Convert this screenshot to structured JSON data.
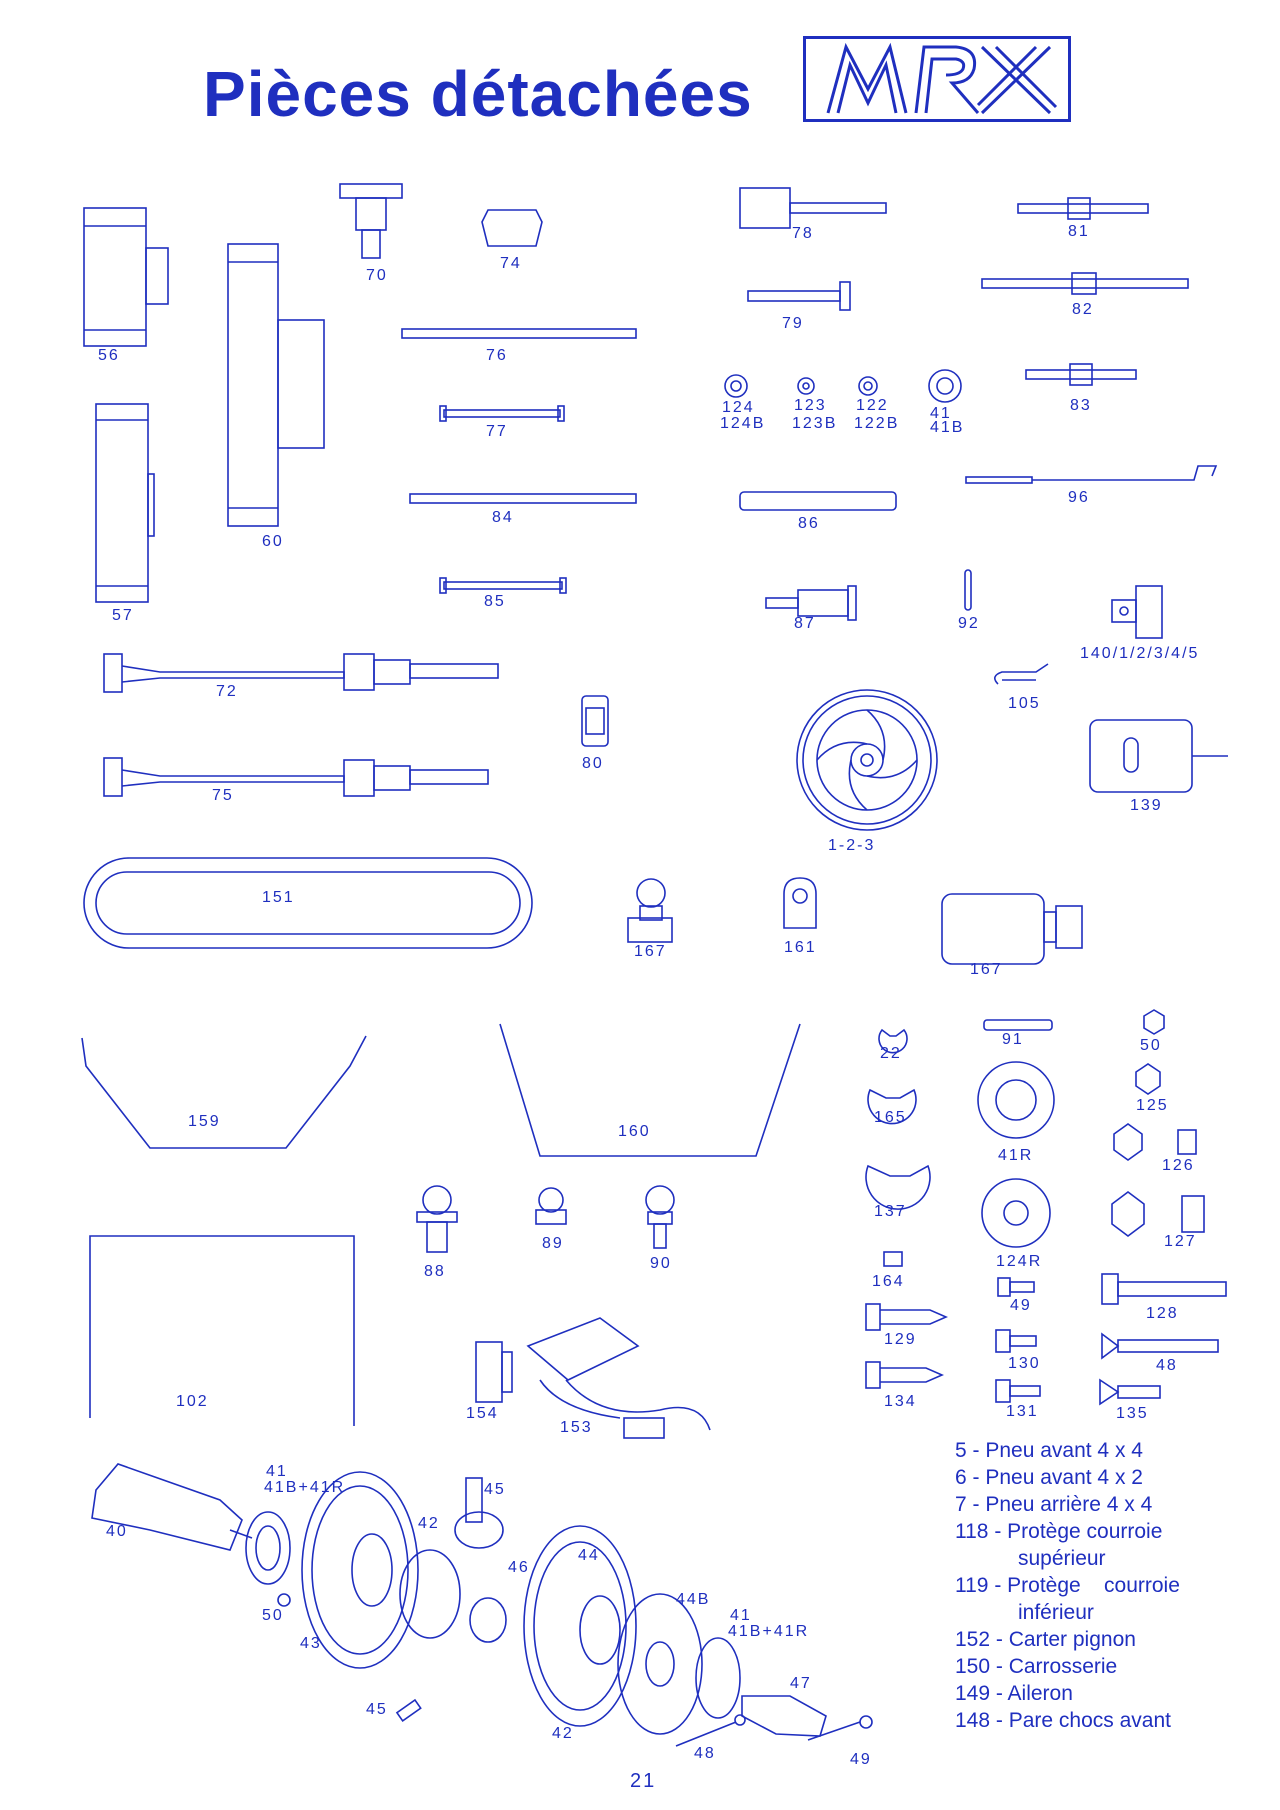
{
  "header": {
    "title": "Pièces détachées",
    "logo_text": "MRX"
  },
  "parts": [
    {
      "id": "56",
      "label": "56"
    },
    {
      "id": "57",
      "label": "57"
    },
    {
      "id": "60",
      "label": "60"
    },
    {
      "id": "70",
      "label": "70"
    },
    {
      "id": "74",
      "label": "74"
    },
    {
      "id": "76",
      "label": "76"
    },
    {
      "id": "77",
      "label": "77"
    },
    {
      "id": "84",
      "label": "84"
    },
    {
      "id": "85",
      "label": "85"
    },
    {
      "id": "78",
      "label": "78"
    },
    {
      "id": "79",
      "label": "79"
    },
    {
      "id": "81",
      "label": "81"
    },
    {
      "id": "82",
      "label": "82"
    },
    {
      "id": "83",
      "label": "83"
    },
    {
      "id": "124",
      "label": "124"
    },
    {
      "id": "124B",
      "label": "124B"
    },
    {
      "id": "123",
      "label": "123"
    },
    {
      "id": "123B",
      "label": "123B"
    },
    {
      "id": "122",
      "label": "122"
    },
    {
      "id": "122B",
      "label": "122B"
    },
    {
      "id": "41",
      "label": "41"
    },
    {
      "id": "41B",
      "label": "41B"
    },
    {
      "id": "96",
      "label": "96"
    },
    {
      "id": "86",
      "label": "86"
    },
    {
      "id": "87",
      "label": "87"
    },
    {
      "id": "92",
      "label": "92"
    },
    {
      "id": "140",
      "label": "140/1/2/3/4/5"
    },
    {
      "id": "72",
      "label": "72"
    },
    {
      "id": "75",
      "label": "75"
    },
    {
      "id": "80",
      "label": "80"
    },
    {
      "id": "105",
      "label": "105"
    },
    {
      "id": "139",
      "label": "139"
    },
    {
      "id": "wheel",
      "label": "1-2-3"
    },
    {
      "id": "151",
      "label": "151"
    },
    {
      "id": "167a",
      "label": "167"
    },
    {
      "id": "161",
      "label": "161"
    },
    {
      "id": "167b",
      "label": "167"
    },
    {
      "id": "159",
      "label": "159"
    },
    {
      "id": "160",
      "label": "160"
    },
    {
      "id": "22",
      "label": "22"
    },
    {
      "id": "91",
      "label": "91"
    },
    {
      "id": "50",
      "label": "50"
    },
    {
      "id": "165",
      "label": "165"
    },
    {
      "id": "41R",
      "label": "41R"
    },
    {
      "id": "125",
      "label": "125"
    },
    {
      "id": "126",
      "label": "126"
    },
    {
      "id": "137",
      "label": "137"
    },
    {
      "id": "124R",
      "label": "124R"
    },
    {
      "id": "127",
      "label": "127"
    },
    {
      "id": "88",
      "label": "88"
    },
    {
      "id": "89",
      "label": "89"
    },
    {
      "id": "90",
      "label": "90"
    },
    {
      "id": "164",
      "label": "164"
    },
    {
      "id": "49",
      "label": "49"
    },
    {
      "id": "128",
      "label": "128"
    },
    {
      "id": "129",
      "label": "129"
    },
    {
      "id": "130",
      "label": "130"
    },
    {
      "id": "48",
      "label": "48"
    },
    {
      "id": "102",
      "label": "102"
    },
    {
      "id": "154",
      "label": "154"
    },
    {
      "id": "153",
      "label": "153"
    },
    {
      "id": "134",
      "label": "134"
    },
    {
      "id": "131",
      "label": "131"
    },
    {
      "id": "135",
      "label": "135"
    },
    {
      "id": "d41",
      "label": "41"
    },
    {
      "id": "d41B",
      "label": "41B+41R"
    },
    {
      "id": "d45",
      "label": "45"
    },
    {
      "id": "d40",
      "label": "40"
    },
    {
      "id": "d42",
      "label": "42"
    },
    {
      "id": "d44",
      "label": "44"
    },
    {
      "id": "d46",
      "label": "46"
    },
    {
      "id": "d50",
      "label": "50"
    },
    {
      "id": "d43",
      "label": "43"
    },
    {
      "id": "d44B",
      "label": "44B"
    },
    {
      "id": "d41b",
      "label": "41"
    },
    {
      "id": "d41Bb",
      "label": "41B+41R"
    },
    {
      "id": "d47",
      "label": "47"
    },
    {
      "id": "d45b",
      "label": "45"
    },
    {
      "id": "d42b",
      "label": "42"
    },
    {
      "id": "d48",
      "label": "48"
    },
    {
      "id": "d49",
      "label": "49"
    }
  ],
  "legend": [
    {
      "text": "5 - Pneu avant 4 x 4",
      "cont": ""
    },
    {
      "text": "6 - Pneu avant 4 x 2",
      "cont": ""
    },
    {
      "text": "7 - Pneu arrière 4 x 4",
      "cont": ""
    },
    {
      "text": "118 - Protège courroie",
      "cont": "supérieur"
    },
    {
      "text": "119 - Protège    courroie",
      "cont": "inférieur"
    },
    {
      "text": "152 - Carter pignon",
      "cont": ""
    },
    {
      "text": "150 - Carrosserie",
      "cont": ""
    },
    {
      "text": "149 - Aileron",
      "cont": ""
    },
    {
      "text": "148 - Pare chocs avant",
      "cont": ""
    }
  ],
  "footer": {
    "page_number": "21"
  },
  "colors": {
    "ink": "#1f2fbf",
    "paper": "#ffffff"
  }
}
